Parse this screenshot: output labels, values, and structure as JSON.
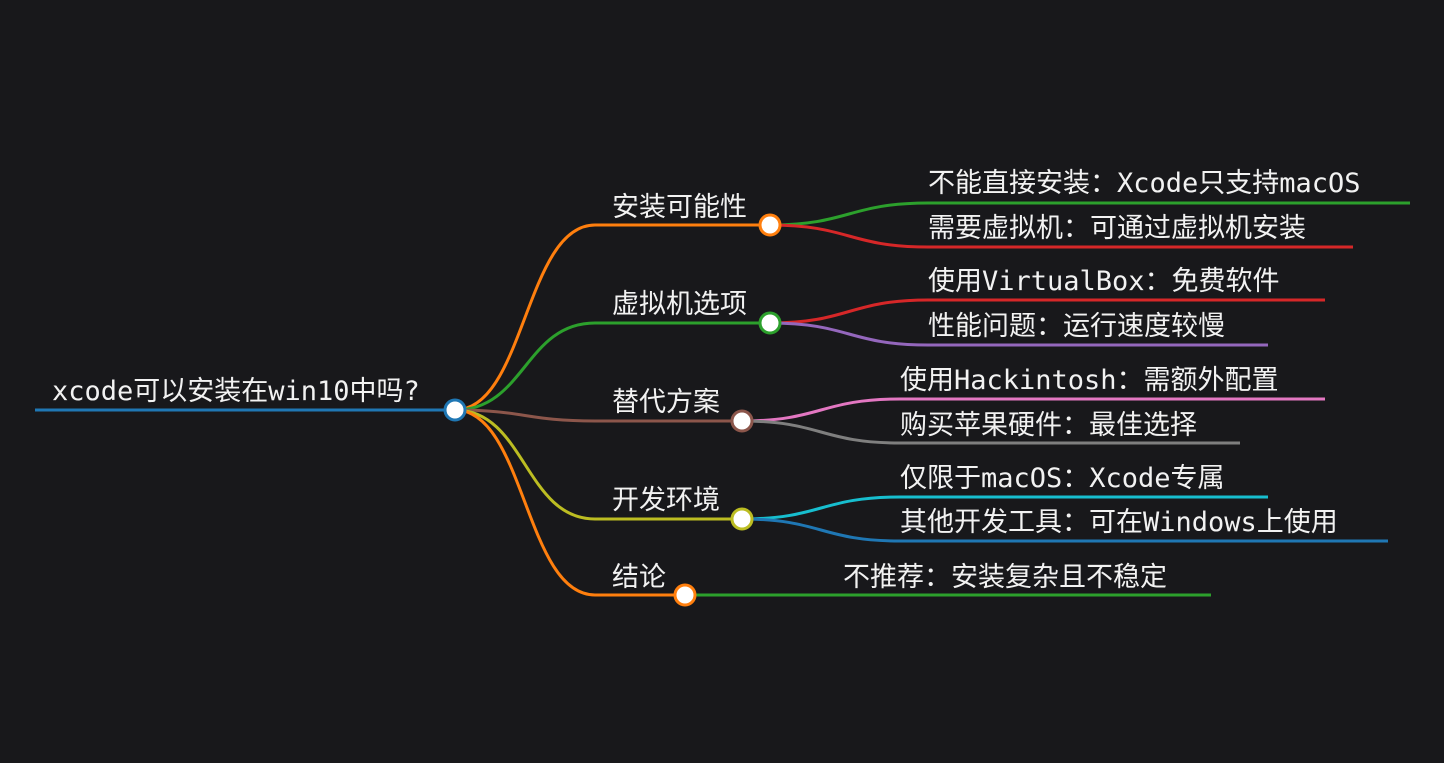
{
  "root": {
    "text": "xcode可以安装在win10中吗?",
    "color": "#1f77b4"
  },
  "branches": [
    {
      "label": "安装可能性",
      "color": "#ff7f0e",
      "children": [
        {
          "text": "不能直接安装：Xcode只支持macOS",
          "color": "#2ca02c"
        },
        {
          "text": "需要虚拟机：可通过虚拟机安装",
          "color": "#d62728"
        }
      ]
    },
    {
      "label": "虚拟机选项",
      "color": "#2ca02c",
      "children": [
        {
          "text": "使用VirtualBox：免费软件",
          "color": "#d62728"
        },
        {
          "text": "性能问题：运行速度较慢",
          "color": "#9467bd"
        }
      ]
    },
    {
      "label": "替代方案",
      "color": "#8c564b",
      "children": [
        {
          "text": "使用Hackintosh：需额外配置",
          "color": "#e377c2"
        },
        {
          "text": "购买苹果硬件：最佳选择",
          "color": "#7f7f7f"
        }
      ]
    },
    {
      "label": "开发环境",
      "color": "#bcbd22",
      "children": [
        {
          "text": "仅限于macOS：Xcode专属",
          "color": "#17becf"
        },
        {
          "text": "其他开发工具：可在Windows上使用",
          "color": "#1f77b4"
        }
      ]
    },
    {
      "label": "结论",
      "color": "#ff7f0e",
      "children": [
        {
          "text": "不推荐：安装复杂且不稳定",
          "color": "#2ca02c"
        }
      ]
    }
  ]
}
